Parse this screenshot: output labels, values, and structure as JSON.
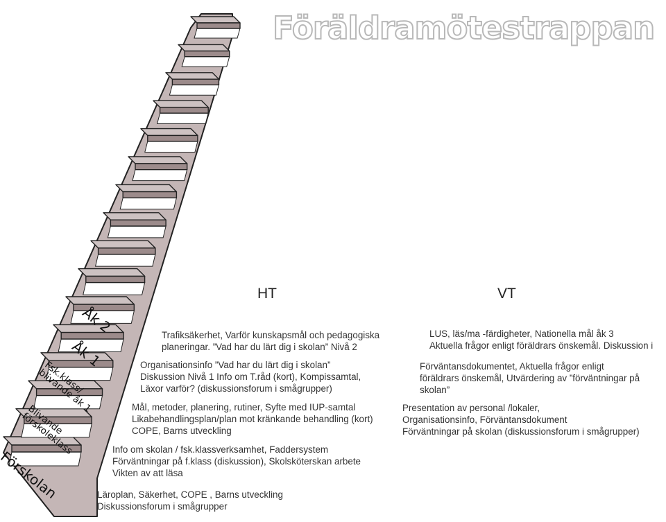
{
  "title": "Föräldramötestrappan",
  "columns": {
    "ht": "HT",
    "vt": "VT"
  },
  "steps": [
    {
      "label": "Förskolan"
    },
    {
      "label_lines": [
        "Blivande",
        "förskoleklass"
      ]
    },
    {
      "label_lines": [
        "Fsk.klass/",
        "blivande åk 1"
      ]
    },
    {
      "label": "Åk 1"
    },
    {
      "label": "Åk 2"
    }
  ],
  "ht": {
    "ak2": [
      "Trafiksäkerhet, Varför kunskapsmål och  pedagogiska",
      "planeringar. ”Vad har du lärt dig i skolan”     Nivå 2"
    ],
    "ak1": [
      "Organisationsinfo ”Vad har du lärt dig i skolan”",
      "Diskussion Nivå 1 Info om T.råd (kort), Kompissamtal,",
      "Läxor varför? (diskussionsforum i smågrupper)"
    ],
    "fsk": [
      "Mål, metoder, planering, rutiner, Syfte med IUP-samtal",
      "Likabehandlingsplan/plan mot kränkande behandling (kort)",
      "COPE, Barns utveckling"
    ],
    "blivande": [
      "Info om  skolan / fsk.klassverksamhet, Faddersystem",
      "Förväntningar på f.klass (diskussion), Skolsköterskan arbete",
      "Vikten av att läsa"
    ],
    "forskolan": [
      "Läroplan, Säkerhet, COPE , Barns utveckling",
      "Diskussionsforum i smågrupper"
    ]
  },
  "vt": {
    "ak2": [
      "LUS, läs/ma  -färdigheter, Nationella mål åk 3",
      "Aktuella frågor enligt föräldrars önskemål. Diskussion i"
    ],
    "ak1": [
      "Förväntansdokumentet, Aktuella frågor enligt",
      "föräldrars önskemål, Utvärdering av ”förväntningar på",
      "skolan”"
    ],
    "fsk": [
      "Presentation av personal /lokaler,",
      "Organisationsinfo, Förväntansdokument",
      "Förväntningar på skolan (diskussionsforum i smågrupper)"
    ]
  },
  "colors": {
    "step_top": "#cdc2c2",
    "step_edge": "#9c8b8b",
    "riser": "#ffffff",
    "stringer": "#c4b6b6",
    "outline": "#222222"
  }
}
